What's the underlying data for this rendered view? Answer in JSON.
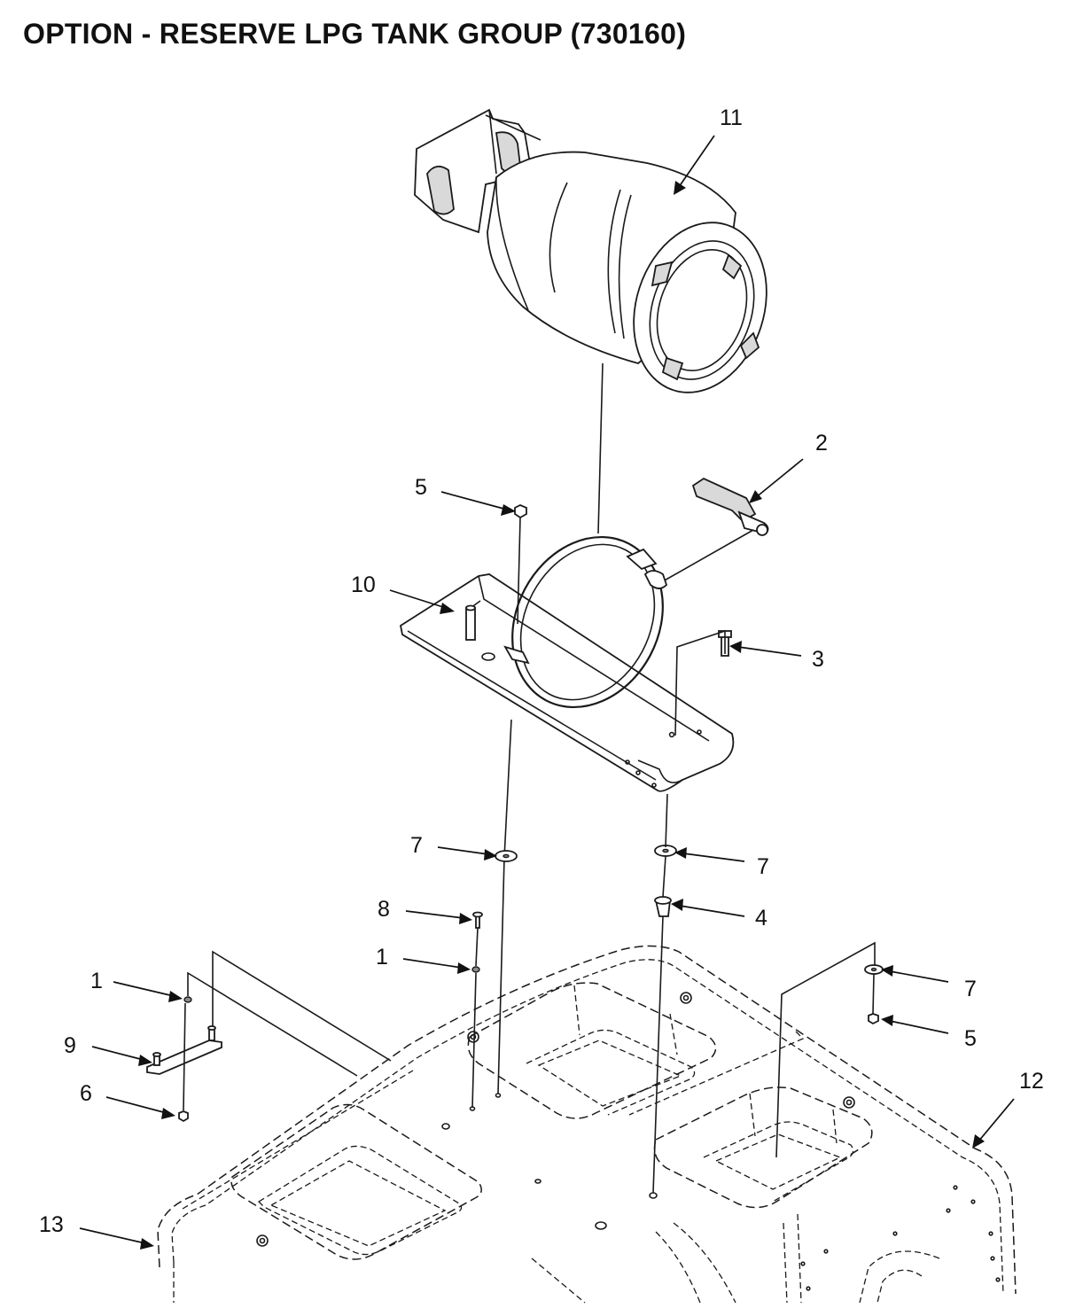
{
  "title": "OPTION - RESERVE LPG TANK GROUP (730160)",
  "callouts": {
    "c1a": "1",
    "c1b": "1",
    "c2": "2",
    "c3": "3",
    "c4": "4",
    "c5a": "5",
    "c5b": "5",
    "c6": "6",
    "c7a": "7",
    "c7b": "7",
    "c7c": "7",
    "c8": "8",
    "c9": "9",
    "c10": "10",
    "c11": "11",
    "c12": "12",
    "c13": "13"
  }
}
